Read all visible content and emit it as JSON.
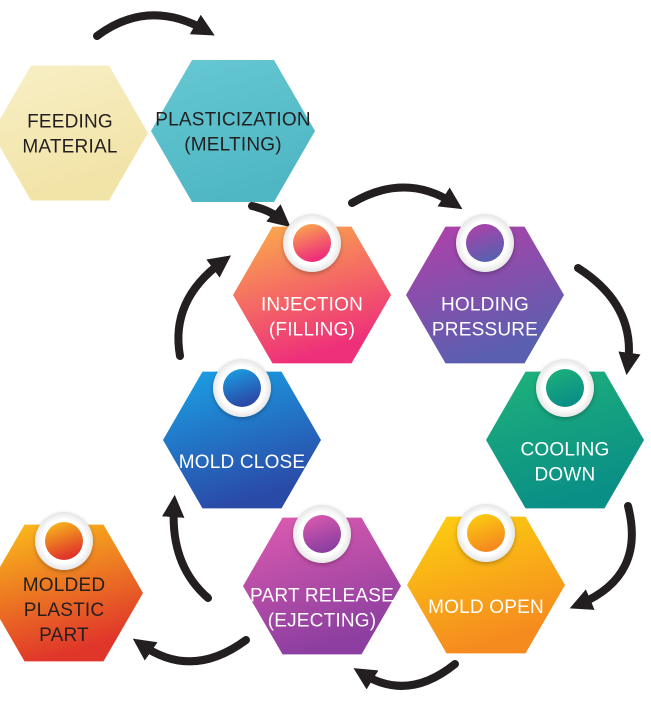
{
  "diagram": {
    "stages": [
      {
        "id": "feeding",
        "lines": [
          "FEEDING",
          "MATERIAL"
        ],
        "ring": false,
        "text_color": "#231f20",
        "grad": [
          "#f7efc6",
          "#f2e3a6"
        ]
      },
      {
        "id": "plasticization",
        "lines": [
          "PLASTICIZATION",
          "(MELTING)"
        ],
        "ring": false,
        "text_color": "#231f20",
        "grad": [
          "#66c8d2",
          "#4fb7c4"
        ]
      },
      {
        "id": "injection",
        "lines": [
          "INJECTION",
          "(FILLING)"
        ],
        "ring": true,
        "text_color": "#ffffff",
        "grad": [
          "#fbb04a",
          "#ee2f7a"
        ]
      },
      {
        "id": "holding",
        "lines": [
          "HOLDING",
          "PRESSURE"
        ],
        "ring": true,
        "text_color": "#ffffff",
        "grad": [
          "#b33fa8",
          "#5b5fb0"
        ]
      },
      {
        "id": "cooling",
        "lines": [
          "COOLING",
          "DOWN"
        ],
        "ring": true,
        "text_color": "#ffffff",
        "grad": [
          "#1fb27a",
          "#0a8f86"
        ]
      },
      {
        "id": "mold-open",
        "lines": [
          "MOLD OPEN"
        ],
        "ring": true,
        "text_color": "#ffffff",
        "grad": [
          "#fdd20f",
          "#f58a1f"
        ]
      },
      {
        "id": "part-release",
        "lines": [
          "PART RELEASE",
          "(EJECTING)"
        ],
        "ring": true,
        "text_color": "#ffffff",
        "grad": [
          "#e05bb0",
          "#8c3fa0"
        ]
      },
      {
        "id": "mold-close",
        "lines": [
          "MOLD CLOSE"
        ],
        "ring": true,
        "text_color": "#ffffff",
        "grad": [
          "#1aa3e6",
          "#2a4aa8"
        ]
      },
      {
        "id": "molded-part",
        "lines": [
          "MOLDED",
          "PLASTIC",
          "PART"
        ],
        "ring": true,
        "text_color": "#231f20",
        "grad": [
          "#fbc21a",
          "#e0362a"
        ]
      }
    ],
    "arrow_color": "#231f20"
  }
}
